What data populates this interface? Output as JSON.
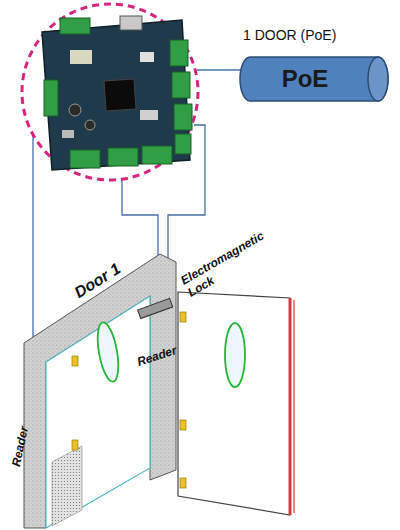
{
  "diagram": {
    "nodes": [
      {
        "text": [
          "PoE"
        ]
      }
    ],
    "labels": [
      "1 DOOR (PoE)",
      "Door 1",
      "Electromagnetic Lock",
      "Reader",
      "Reader"
    ]
  }
}
